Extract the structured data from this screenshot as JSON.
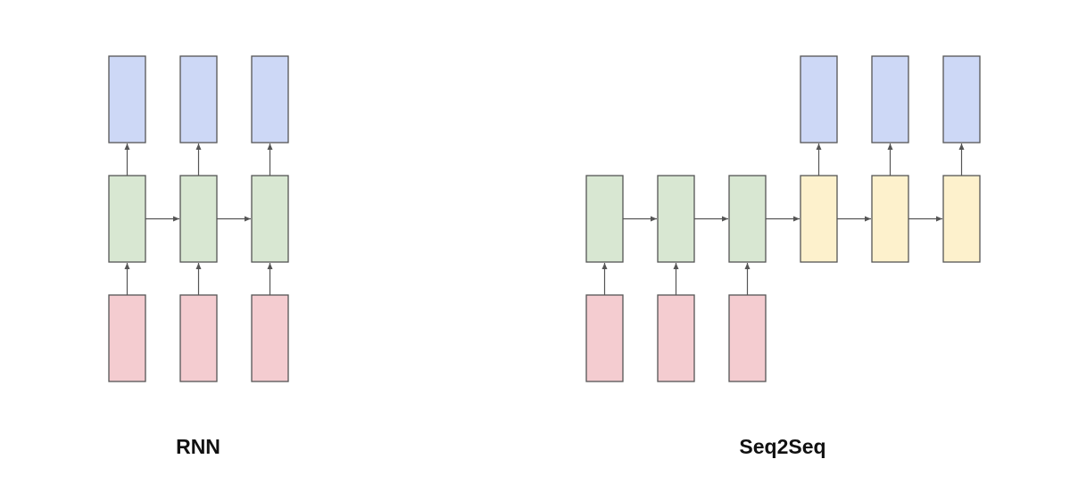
{
  "diagrams": {
    "rnn": {
      "label": "RNN",
      "timesteps": 3,
      "rows": [
        "output",
        "hidden",
        "input"
      ]
    },
    "seq2seq": {
      "label": "Seq2Seq",
      "encoder_steps": 3,
      "decoder_steps": 3
    }
  },
  "colors": {
    "output_fill": "#cdd8f6",
    "encoder_fill": "#d8e7d2",
    "decoder_fill": "#fdf1cc",
    "input_fill": "#f4ccd0",
    "stroke": "#555555",
    "arrow": "#555555"
  }
}
